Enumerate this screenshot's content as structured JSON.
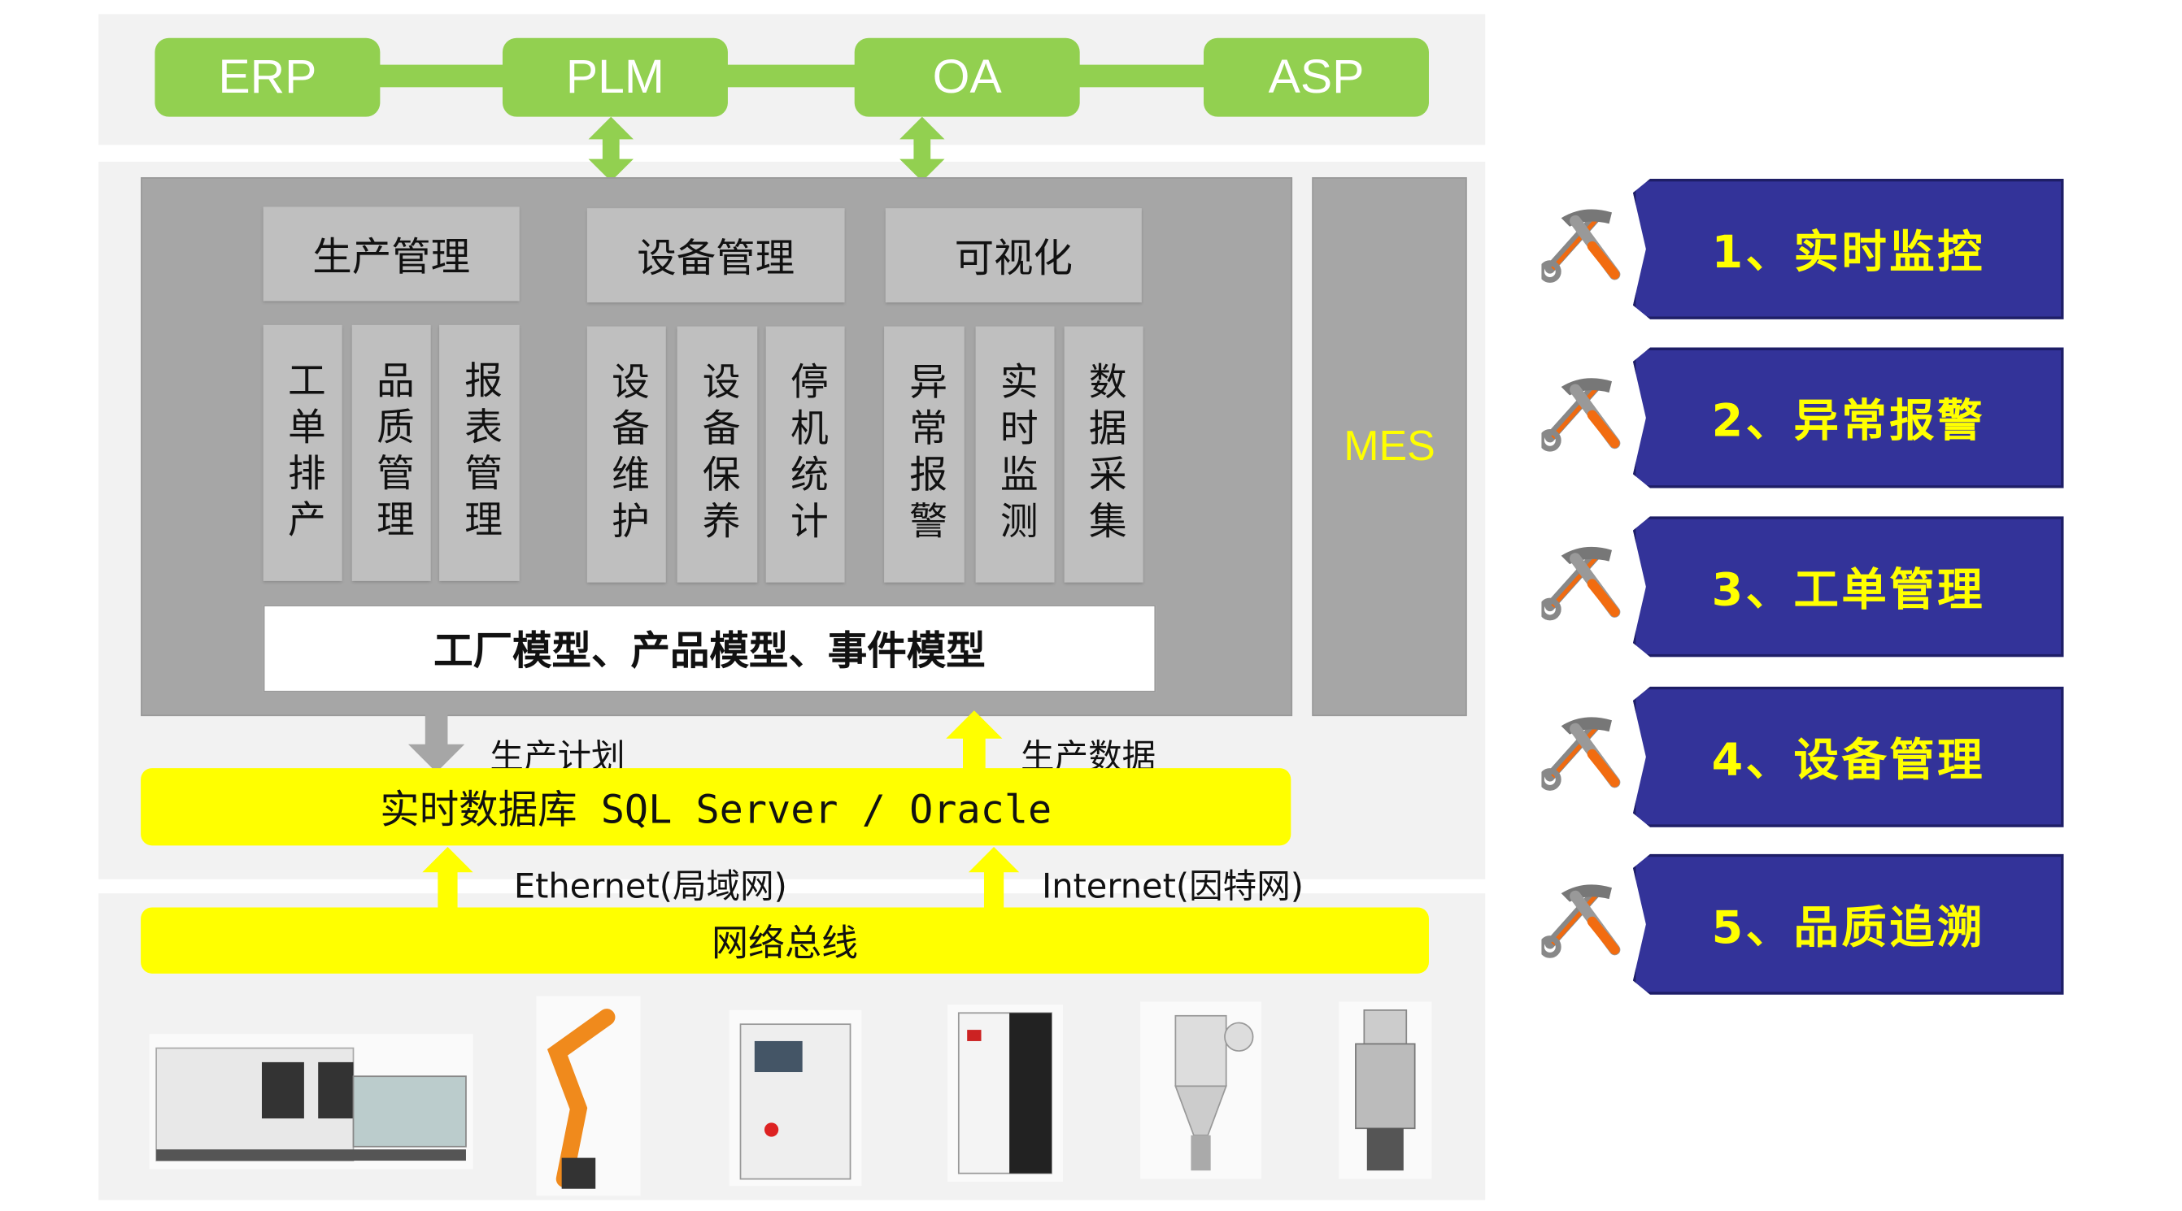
{
  "top_systems": [
    "ERP",
    "PLM",
    "OA",
    "ASP"
  ],
  "modules": [
    {
      "title": "生产管理",
      "items": [
        "工单排产",
        "品质管理",
        "报表管理"
      ]
    },
    {
      "title": "设备管理",
      "items": [
        "设备维护",
        "设备保养",
        "停机统计"
      ]
    },
    {
      "title": "可视化",
      "items": [
        "异常报警",
        "实时监测",
        "数据采集"
      ]
    }
  ],
  "model_bar": "工厂模型、产品模型、事件模型",
  "mes_label": "MES",
  "flow_labels": {
    "plan": "生产计划",
    "data": "生产数据",
    "ethernet": "Ethernet(局域网)",
    "internet": "Internet(因特网)"
  },
  "database": "实时数据库 SQL Server / Oracle",
  "bus": "网络总线",
  "features": [
    "1、实时监控",
    "2、异常报警",
    "3、工单管理",
    "4、设备管理",
    "5、品质追溯"
  ],
  "colors": {
    "green": "#92d050",
    "yellow": "#ffff00",
    "navy": "#333399",
    "gray": "#a6a6a6"
  }
}
